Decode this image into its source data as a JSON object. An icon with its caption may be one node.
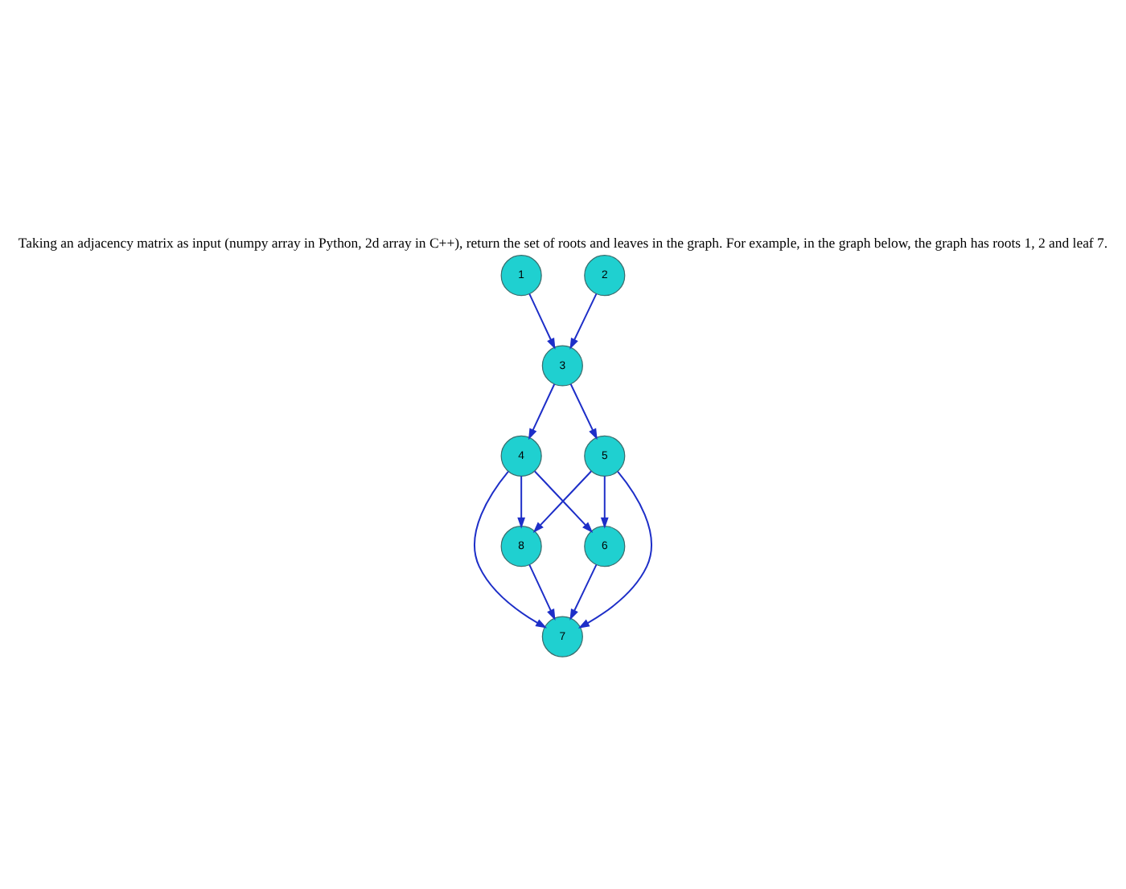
{
  "diagram": {
    "title": "Taking an adjacency matrix as input (numpy array in Python, 2d array in C++), return the set of roots and leaves in the graph. For example, in the graph below, the graph has roots 1, 2 and leaf 7.",
    "nodes": [
      {
        "text": [
          "1"
        ]
      },
      {
        "text": [
          "2"
        ]
      },
      {
        "text": [
          "3"
        ]
      },
      {
        "text": [
          "4"
        ]
      },
      {
        "text": [
          "5"
        ]
      },
      {
        "text": [
          "8"
        ]
      },
      {
        "text": [
          "6"
        ]
      },
      {
        "text": [
          "7"
        ]
      }
    ],
    "edges": [
      {
        "from": 0,
        "to": 2,
        "arrow": "to"
      },
      {
        "from": 1,
        "to": 2,
        "arrow": "to"
      },
      {
        "from": 2,
        "to": 3,
        "arrow": "to"
      },
      {
        "from": 2,
        "to": 4,
        "arrow": "to"
      },
      {
        "from": 3,
        "to": 5,
        "arrow": "to"
      },
      {
        "from": 3,
        "to": 7,
        "arrow": "to"
      },
      {
        "from": 3,
        "to": 6,
        "arrow": "to"
      },
      {
        "from": 4,
        "to": 5,
        "arrow": "to"
      },
      {
        "from": 4,
        "to": 7,
        "arrow": "to"
      },
      {
        "from": 4,
        "to": 6,
        "arrow": "to"
      },
      {
        "from": 5,
        "to": 7,
        "arrow": "to"
      },
      {
        "from": 6,
        "to": 7,
        "arrow": "to"
      }
    ]
  }
}
